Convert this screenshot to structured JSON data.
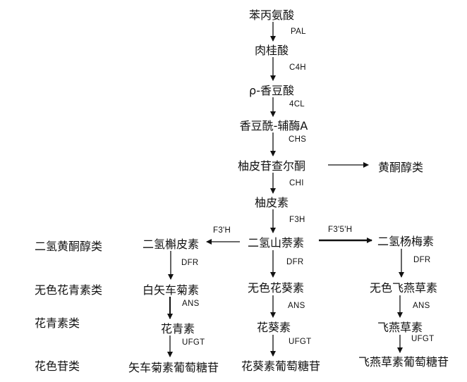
{
  "nodes": {
    "phe": "苯丙氨酸",
    "cin": "肉桂酸",
    "coumaric": "ρ-香豆酸",
    "coa": "香豆酰-辅酶A",
    "chalcone": "柚皮苷查尔酮",
    "flavonols": "黄酮醇类",
    "naringenin": "柚皮素",
    "dhk": "二氢山萘素",
    "dhq": "二氢槲皮素",
    "dhm": "二氢杨梅素",
    "leucocyanidin": "白矢车菊素",
    "leucopelargonidin": "无色花葵素",
    "leucodelphinidin": "无色飞燕草素",
    "cyanidin": "花青素",
    "pelargonidin": "花葵素",
    "delphinidin": "飞燕草素",
    "cyanidin_glc": "矢车菊素葡萄糖苷",
    "pelargonidin_glc": "花葵素葡萄糖苷",
    "delphinidin_glc": "飞燕草素葡萄糖苷"
  },
  "categories": {
    "dihydroflavonols": "二氢黄酮醇类",
    "leucoanthocyanidins": "无色花青素类",
    "anthocyanidins": "花青素类",
    "anthocyanins": "花色苷类"
  },
  "enzymes": {
    "pal": "PAL",
    "c4h": "C4H",
    "cl4": "4CL",
    "chs": "CHS",
    "chi": "CHI",
    "f3h": "F3H",
    "f3ph": "F3'H",
    "f35h": "F3'5'H",
    "dfr_left": "DFR",
    "dfr_mid": "DFR",
    "dfr_right": "DFR",
    "ans_left": "ANS",
    "ans_mid": "ANS",
    "ans_right": "ANS",
    "ufgt_left": "UFGT",
    "ufgt_mid": "UFGT",
    "ufgt_right": "UFGT"
  }
}
